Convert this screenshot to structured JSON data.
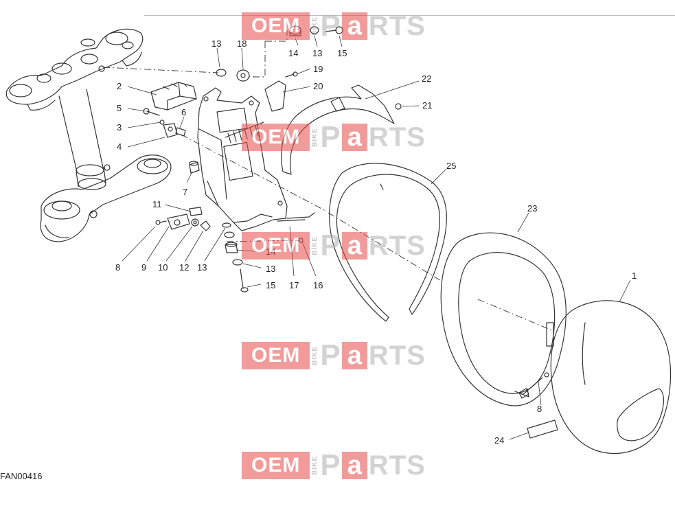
{
  "diagram_code": "FAN00416",
  "watermark": {
    "oem": "OEM",
    "bike": "BIKE",
    "p": "P",
    "a": "a",
    "rts": "RTS"
  },
  "callouts": [
    "1",
    "2",
    "3",
    "4",
    "5",
    "6",
    "7",
    "8",
    "9",
    "10",
    "11",
    "12",
    "13",
    "13",
    "13",
    "13",
    "14",
    "14",
    "15",
    "15",
    "16",
    "17",
    "18",
    "19",
    "20",
    "21",
    "22",
    "23",
    "24",
    "25",
    "8"
  ]
}
